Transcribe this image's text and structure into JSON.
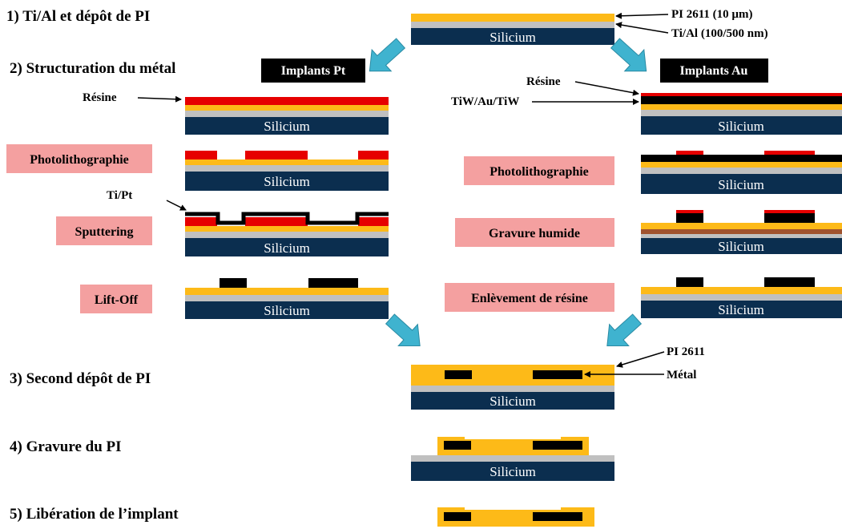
{
  "colors": {
    "silicon": "#0b2e4f",
    "metal_layer": "#c0c0c0",
    "polyimide": "#fdba18",
    "resist": "#e60000",
    "metal": "#000000",
    "etched_layer": "#a0522d",
    "pink_box": "#f4a0a0",
    "arrow": "#3fb3cf"
  },
  "steps": {
    "s1": "1) Ti/Al et dépôt de PI",
    "s2": "2) Structuration du métal",
    "s3": "3) Second dépôt de PI",
    "s4": "4) Gravure du PI",
    "s5": "5) Libération de l’implant"
  },
  "silicon": "Silicium",
  "top_labels": {
    "pi": "PI 2611 (10 µm)",
    "tial": "Ti/Al  (100/500 nm)"
  },
  "branches": {
    "pt": "Implants Pt",
    "au": "Implants Au"
  },
  "left_labels": {
    "resine": "Résine",
    "photolitho": "Photolithographie",
    "tipt": "Ti/Pt",
    "sputtering": "Sputtering",
    "liftoff": "Lift-Off"
  },
  "right_labels": {
    "resine": "Résine",
    "tiwau": "TiW/Au/TiW",
    "photolitho": "Photolithographie",
    "gravure": "Gravure humide",
    "enlevement": "Enlèvement de résine"
  },
  "bottom_labels": {
    "pi": "PI 2611",
    "metal": "Métal"
  }
}
